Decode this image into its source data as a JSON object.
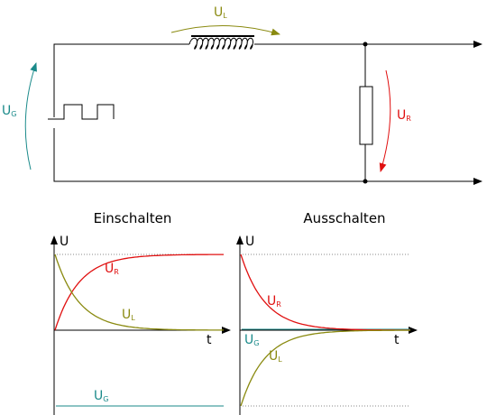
{
  "colors": {
    "wire": "#000000",
    "generator": "#1a8a8a",
    "inductor": "#8a8a10",
    "resistor": "#e01010"
  },
  "circuit": {
    "generator_label": {
      "main": "U",
      "sub": "G"
    },
    "inductor_label": {
      "main": "U",
      "sub": "L"
    },
    "resistor_label": {
      "main": "U",
      "sub": "R"
    }
  },
  "charts": {
    "on": {
      "title": "Einschalten",
      "y_axis": "U",
      "x_axis": "t",
      "ur": {
        "main": "U",
        "sub": "R"
      },
      "ul": {
        "main": "U",
        "sub": "L"
      },
      "ug": {
        "main": "U",
        "sub": "G"
      }
    },
    "off": {
      "title": "Ausschalten",
      "y_axis": "U",
      "x_axis": "t",
      "ur": {
        "main": "U",
        "sub": "R"
      },
      "ul": {
        "main": "U",
        "sub": "L"
      },
      "ug": {
        "main": "U",
        "sub": "G"
      }
    }
  }
}
